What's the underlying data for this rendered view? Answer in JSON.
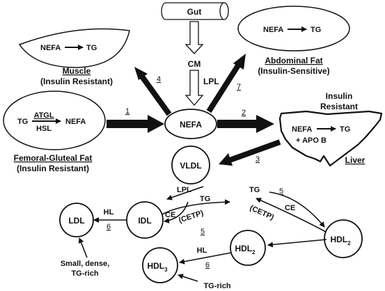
{
  "gut": "Gut",
  "cm": "CM",
  "lpl_top": "LPL",
  "muscle": {
    "reaction": "NEFA → TG",
    "nefa": "NEFA",
    "tg": "TG",
    "title": "Muscle",
    "subtitle": "(Insulin Resistant)"
  },
  "abdominal": {
    "nefa": "NEFA",
    "tg": "TG",
    "title": "Abdominal Fat",
    "subtitle": "(Insulin-Sensitive)"
  },
  "femoral": {
    "tg": "TG",
    "atgl": "ATGL",
    "hsl": "HSL",
    "nefa": "NEFA",
    "title": "Femoral-Gluteal Fat",
    "subtitle": "(Insulin Resistant)"
  },
  "liver": {
    "nefa": "NEFA",
    "tg": "TG",
    "apob": "+ APO B",
    "title": "Liver",
    "insulin_resistant_1": "Insulin",
    "insulin_resistant_2": "Resistant"
  },
  "nodes": {
    "nefa": "NEFA",
    "vldl": "VLDL",
    "idl": "IDL",
    "ldl": "LDL",
    "hdl2_right_base": "HDL",
    "hdl2_right_sub": "2",
    "hdl2_mid_base": "HDL",
    "hdl2_mid_sub": "2",
    "hdl3_base": "HDL",
    "hdl3_sub": "3"
  },
  "pathways": {
    "p1": "1",
    "p2": "2",
    "p3": "3",
    "p4": "4",
    "p5a": "5",
    "p5b": "5",
    "p6a": "6",
    "p6b": "6",
    "p7": "7"
  },
  "labels": {
    "lpl_vldl": "LPL",
    "tg_idl": "TG",
    "ce_idl": "CE",
    "cetp_idl": "(CETP)",
    "hl_ldl": "HL",
    "tg_hdl": "TG",
    "ce_hdl": "CE",
    "cetp_hdl": "(CETP)",
    "hl_hdl": "HL",
    "ldl_note_1": "Small, dense,",
    "ldl_note_2": "TG-rich",
    "hdl3_note": "TG-rich"
  }
}
